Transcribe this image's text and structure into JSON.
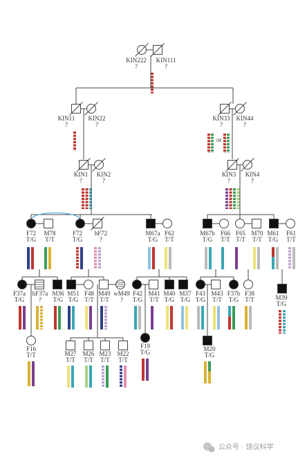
{
  "colors": {
    "line": "#444444",
    "affected_fill": "#111111",
    "unaffected_fill": "#ffffff",
    "link": "#5aaed8",
    "hap_red": "#c0352f",
    "hap_green": "#3c9c5a",
    "hap_navy": "#2e3f86",
    "hap_purple": "#7a3f8f",
    "hap_gold": "#d9b233",
    "hap_teal": "#3aa6b5",
    "hap_pink": "#e08fb0",
    "hap_lightgreen": "#aed08a",
    "hap_yellow": "#ede27a",
    "hap_lilac": "#bba3d1",
    "hap_gray": "#bbbbbb",
    "hap_lightblue": "#8fc3e2"
  },
  "individuals": {
    "kin222": {
      "name": "KIN222",
      "genotype": "?"
    },
    "kin111": {
      "name": "KIN111",
      "genotype": "?"
    },
    "kin11": {
      "name": "KIN11",
      "genotype": "?"
    },
    "kin22": {
      "name": "KIN22",
      "genotype": "?"
    },
    "kin33": {
      "name": "KIN33",
      "genotype": "?"
    },
    "kin44": {
      "name": "KIN44",
      "genotype": "?"
    },
    "kin1": {
      "name": "KIN1",
      "genotype": "?"
    },
    "kin2": {
      "name": "KIN2",
      "genotype": "?"
    },
    "kin3": {
      "name": "KIN3",
      "genotype": "?"
    },
    "kin4": {
      "name": "KIN4",
      "genotype": "?"
    },
    "f72_left": {
      "name": "F72",
      "genotype": "T/G"
    },
    "m78": {
      "name": "M78",
      "genotype": "T/T"
    },
    "f72_mid": {
      "name": "F72",
      "genotype": "T/G"
    },
    "hf72": {
      "name": "hF72",
      "genotype": "?"
    },
    "m67a": {
      "name": "M67a",
      "genotype": "T/G"
    },
    "f62": {
      "name": "F62",
      "genotype": "T/T"
    },
    "m67b": {
      "name": "M67b",
      "genotype": "T/G"
    },
    "f66": {
      "name": "F66",
      "genotype": "T/T"
    },
    "f65": {
      "name": "F65",
      "genotype": "T/T"
    },
    "m70": {
      "name": "M70",
      "genotype": "T/T"
    },
    "m61": {
      "name": "M61",
      "genotype": "T/G"
    },
    "f61": {
      "name": "F61",
      "genotype": "T/T"
    },
    "f37a": {
      "name": "F37a",
      "genotype": "T/G"
    },
    "hf37a": {
      "name": "hF37a",
      "genotype": "?"
    },
    "m36": {
      "name": "M36",
      "genotype": "T/G"
    },
    "m51": {
      "name": "M51",
      "genotype": "T/G"
    },
    "f48": {
      "name": "F48",
      "genotype": "T/T"
    },
    "m49": {
      "name": "M49",
      "genotype": "T/T"
    },
    "wm49": {
      "name": "wM49",
      "genotype": "?"
    },
    "f42": {
      "name": "F42",
      "genotype": "T/G"
    },
    "m41": {
      "name": "M41",
      "genotype": "T/T"
    },
    "m40": {
      "name": "M40",
      "genotype": "T/G"
    },
    "m37": {
      "name": "M37",
      "genotype": "T/G"
    },
    "f43": {
      "name": "F43",
      "genotype": "T/G"
    },
    "m43": {
      "name": "M43",
      "genotype": "T/T"
    },
    "f37b": {
      "name": "F37b",
      "genotype": "T/G"
    },
    "f38": {
      "name": "F38",
      "genotype": "T/T"
    },
    "m39": {
      "name": "M39",
      "genotype": "T/G"
    },
    "f16": {
      "name": "F16",
      "genotype": "T/T"
    },
    "m27": {
      "name": "M27",
      "genotype": "T/T"
    },
    "m26": {
      "name": "M26",
      "genotype": "T/T"
    },
    "m23": {
      "name": "M23",
      "genotype": "T/T"
    },
    "m22": {
      "name": "M22",
      "genotype": "T/T"
    },
    "f19": {
      "name": "F19",
      "genotype": "T/G"
    },
    "m20": {
      "name": "M20",
      "genotype": "T/G"
    }
  },
  "or_label": "or",
  "watermark": {
    "icon": "wechat-icon",
    "text": "公众号 · 饶议科学"
  }
}
